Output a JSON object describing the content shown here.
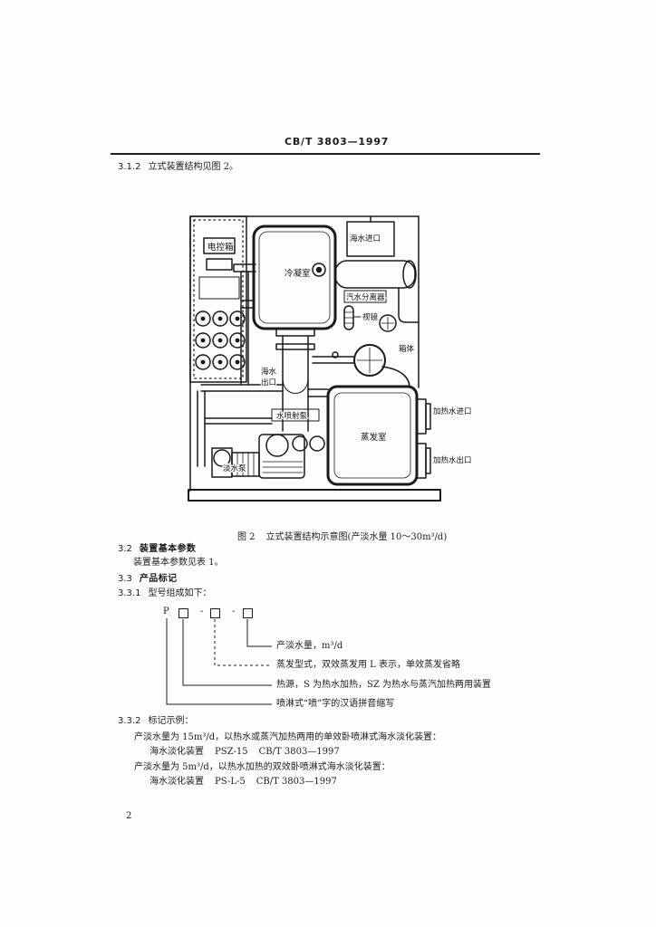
{
  "header": {
    "standard_no": "CB/T 3803—1997"
  },
  "s3_1_2": {
    "number": "3.1.2",
    "text": "立式装置结构见图 2。"
  },
  "figure": {
    "labels": {
      "control_box": "电控箱",
      "seawater_inlet": "海水进口",
      "condenser": "冷凝室",
      "steam_water_separator": "汽水分离器",
      "sight_glass": "视镜",
      "casing": "箱体",
      "seawater_outlet": [
        "海水",
        "出口"
      ],
      "water_ejector_pump": "水喷射泵",
      "evaporator": "蒸发室",
      "heating_water_inlet": "加热水进口",
      "heating_water_outlet": "加热水出口",
      "fresh_water_pump": "淡水泵"
    },
    "caption": {
      "number": "图 2",
      "text": "立式装置结构示意图(产淡水量 10～30m³/d)"
    }
  },
  "s3_2": {
    "number": "3.2",
    "title": "装置基本参数",
    "text": "装置基本参数见表 1。"
  },
  "s3_3": {
    "number": "3.3",
    "title": "产品标记"
  },
  "s3_3_1": {
    "number": "3.3.1",
    "title": "型号组成如下："
  },
  "model": {
    "prefix": "P",
    "separator": "-",
    "legend": [
      "产淡水量，m³/d",
      "蒸发型式，双效蒸发用 L 表示，单效蒸发省略",
      "热源，S 为热水加热，SZ 为热水与蒸汽加热两用装置",
      "喷淋式“喷”字的汉语拼音缩写"
    ]
  },
  "s3_3_2": {
    "number": "3.3.2",
    "title": "标记示例："
  },
  "examples": [
    {
      "description": "产淡水量为 15m³/d，以热水或蒸汽加热两用的单效卧喷淋式海水淡化装置：",
      "name": "海水淡化装置",
      "code": "PSZ-15",
      "standard": "CB/T 3803—1997"
    },
    {
      "description": "产淡水量为 5m³/d，以热水加热的双效卧喷淋式海水淡化装置：",
      "name": "海水淡化装置",
      "code": "PS-L-5",
      "standard": "CB/T 3803—1997"
    }
  ],
  "page_number": "2"
}
